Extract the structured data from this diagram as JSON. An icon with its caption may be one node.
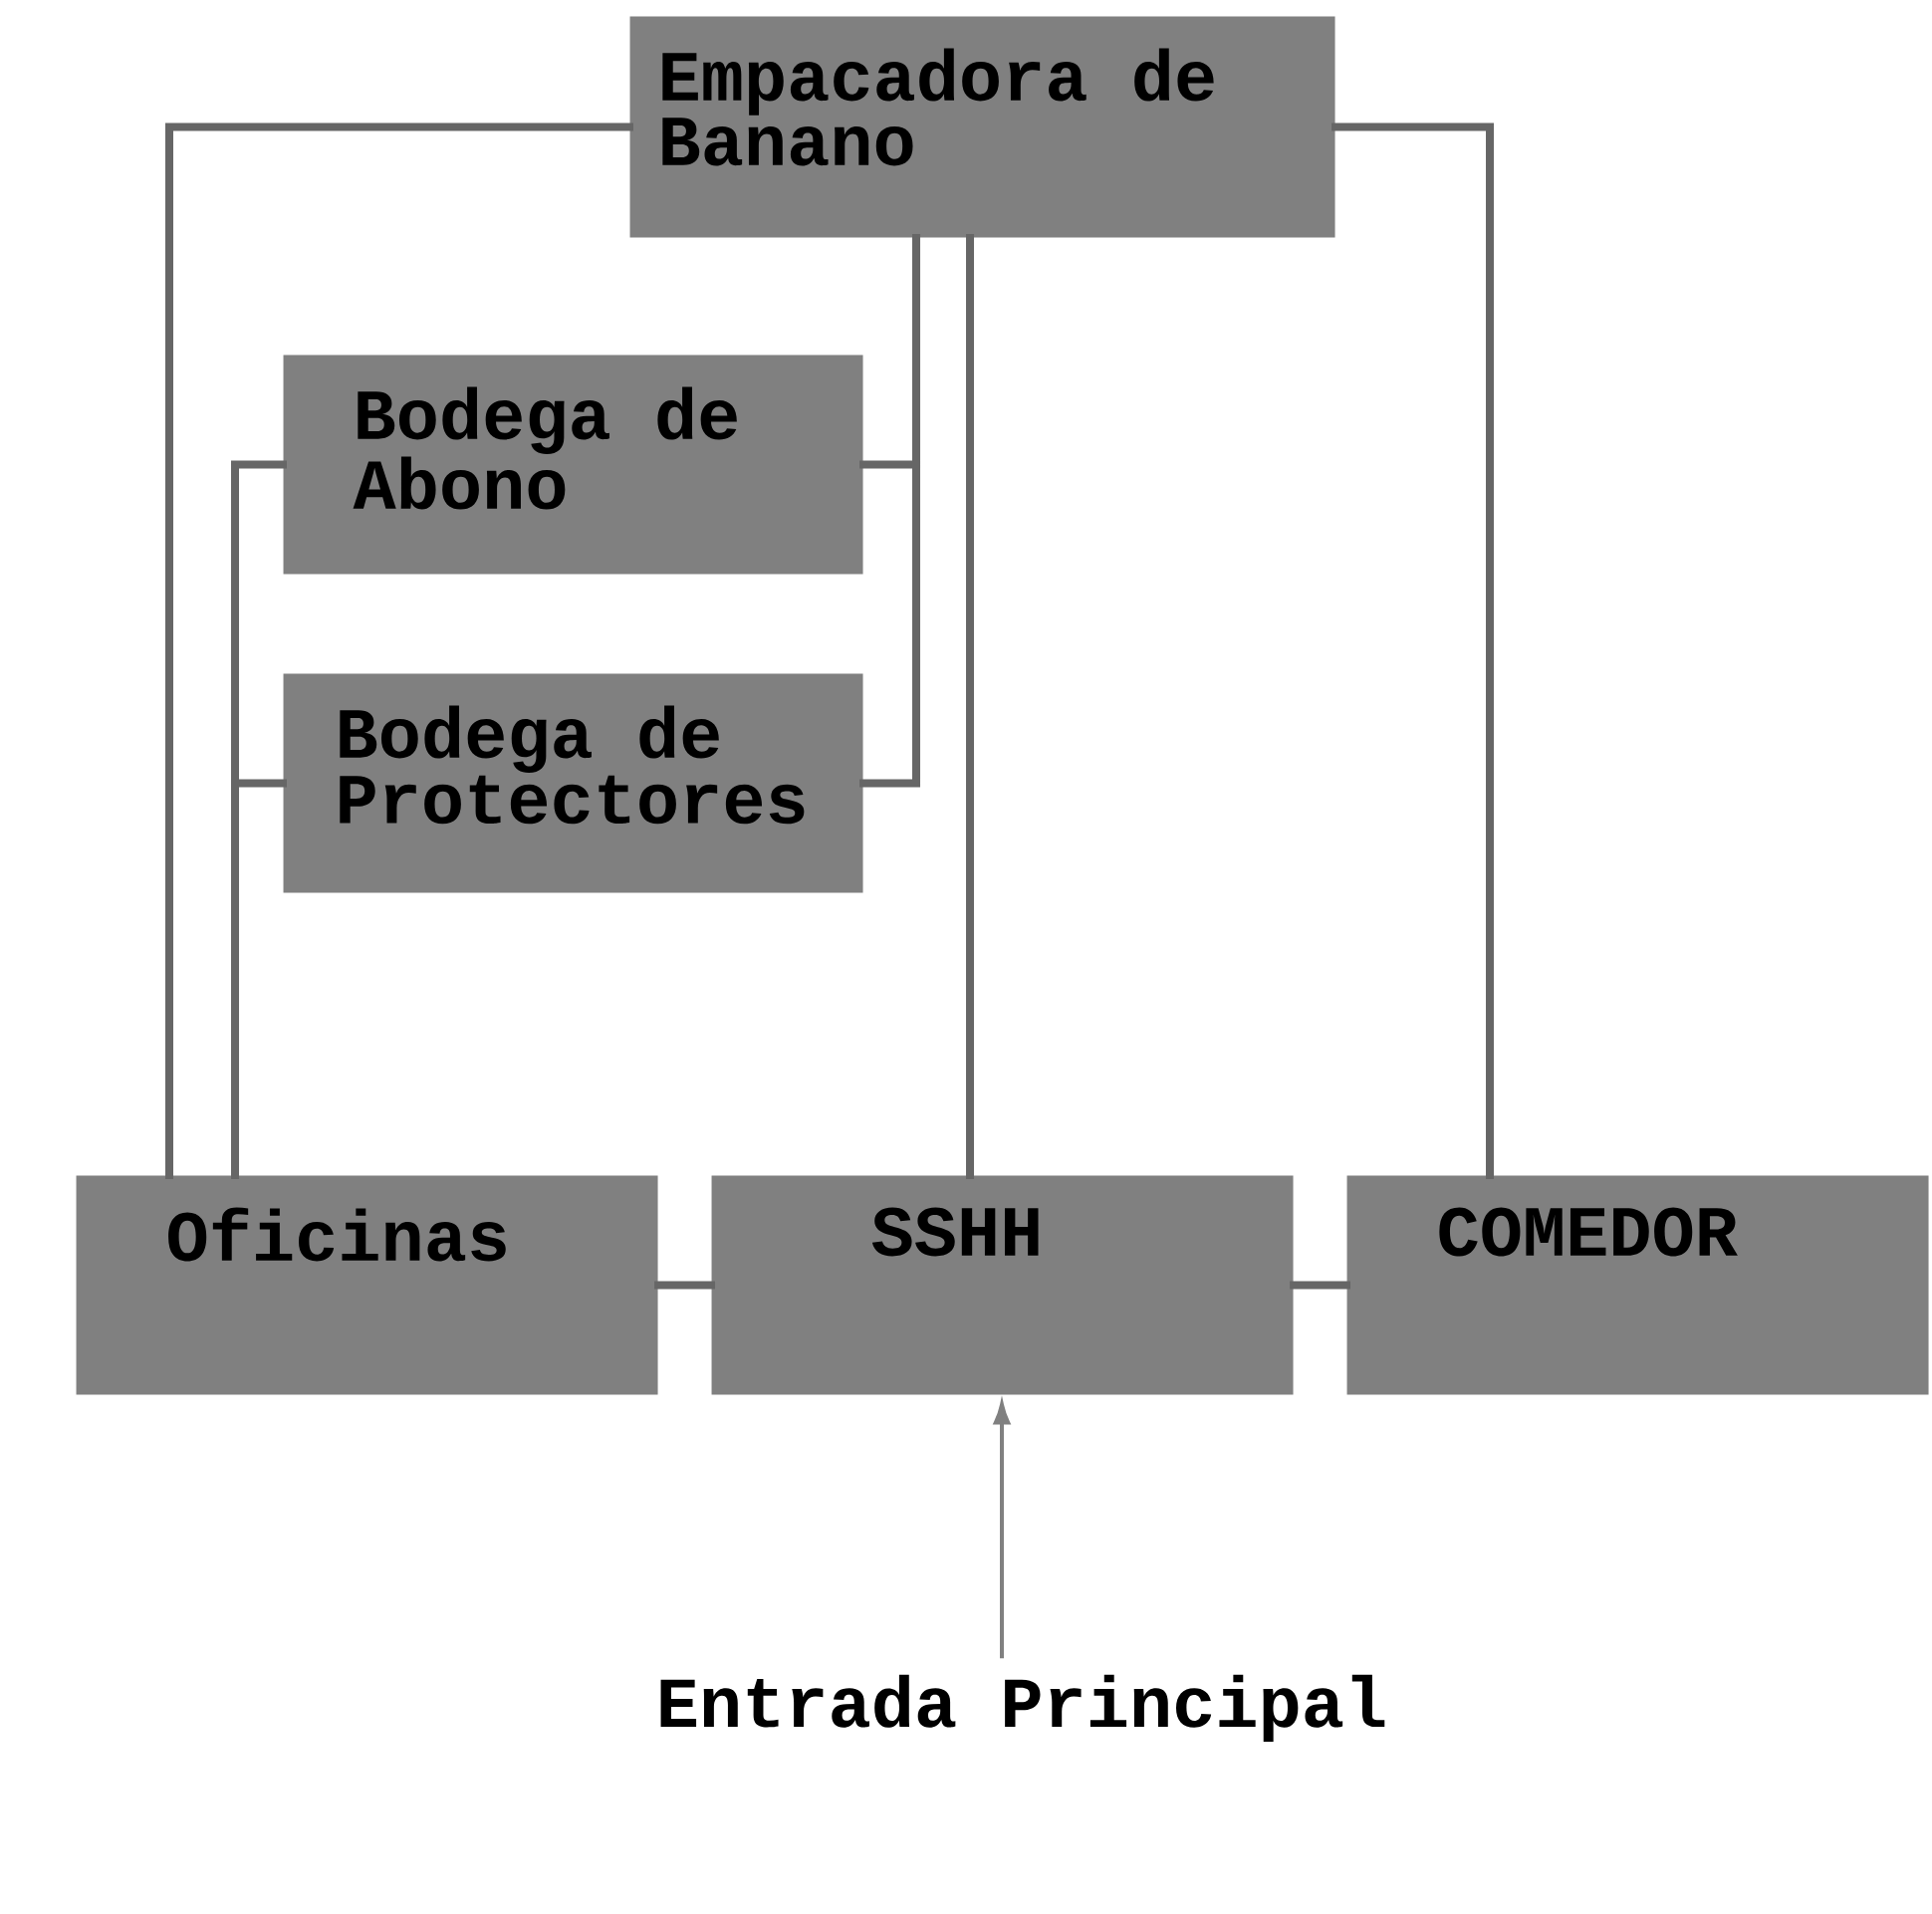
{
  "diagram": {
    "nodes": [
      {
        "text": [
          "Empacadora de Banano"
        ]
      },
      {
        "text": [
          "Bodega de Abono"
        ]
      },
      {
        "text": [
          "Bodega de Protectores"
        ]
      },
      {
        "text": [
          "Oficinas"
        ]
      },
      {
        "text": [
          "SSHH"
        ]
      },
      {
        "text": [
          "COMEDOR"
        ]
      },
      {
        "text": [
          "Entrada Principal"
        ]
      }
    ],
    "edges": [
      {
        "from": 0,
        "to": 3,
        "arrow": "none"
      },
      {
        "from": 0,
        "to": 5,
        "arrow": "none"
      },
      {
        "from": 0,
        "to": 4,
        "arrow": "none"
      },
      {
        "from": 0,
        "to": 1,
        "arrow": "none"
      },
      {
        "from": 0,
        "to": 2,
        "arrow": "none"
      },
      {
        "from": 1,
        "to": 3,
        "arrow": "none"
      },
      {
        "from": 2,
        "to": 3,
        "arrow": "none"
      },
      {
        "from": 3,
        "to": 4,
        "arrow": "none"
      },
      {
        "from": 4,
        "to": 5,
        "arrow": "none"
      },
      {
        "from": 6,
        "to": 4,
        "arrow": "to",
        "color": "#808080"
      }
    ]
  }
}
